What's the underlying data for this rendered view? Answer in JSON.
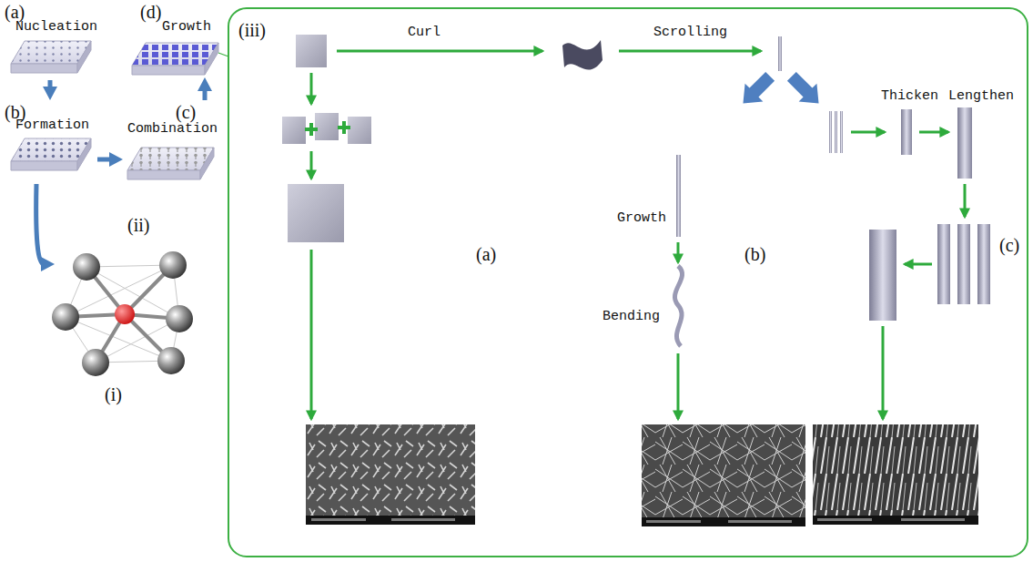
{
  "diagram": {
    "nodes": [
      {
        "text": [
          "(a)",
          "Nucleation"
        ]
      },
      {
        "text": [
          "(b)",
          "Formation"
        ]
      },
      {
        "text": [
          "(c)",
          "Combination"
        ]
      },
      {
        "text": [
          "(d)",
          "Growth"
        ]
      },
      {
        "text": [
          "(i)"
        ]
      }
    ],
    "edges": [
      {
        "from": 0,
        "to": 1,
        "arrow": "to"
      },
      {
        "from": 1,
        "to": 2,
        "arrow": "to"
      },
      {
        "from": 2,
        "to": 3,
        "arrow": "to"
      },
      {
        "from": 1,
        "to": 4,
        "arrow": "to"
      }
    ],
    "labels": [
      "(ii)",
      "(iii)",
      "Curl",
      "Scrolling",
      "(a)",
      "Growth",
      "Bending",
      "(b)",
      "Thicken",
      "Lengthen",
      "(c)"
    ]
  }
}
